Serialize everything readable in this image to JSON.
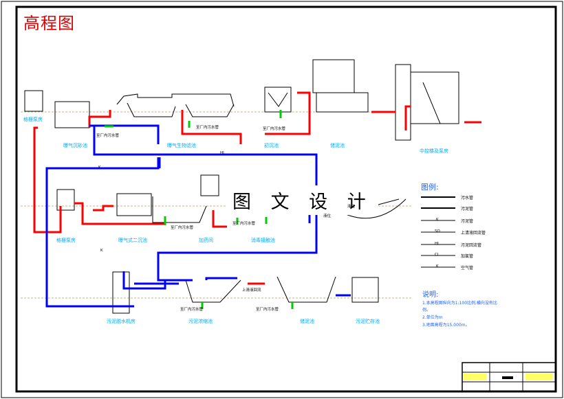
{
  "title": "高程图",
  "watermark": "图 文 设 计",
  "legend": {
    "title": "图例:",
    "items": [
      {
        "label": "污水管",
        "color": "#000000",
        "mark": ""
      },
      {
        "label": "污泥管",
        "color": "#000000",
        "mark": ""
      },
      {
        "label": "污泥管",
        "color": "#000000",
        "mark": "K"
      },
      {
        "label": "上清液回流管",
        "color": "#000000",
        "mark": "SQ"
      },
      {
        "label": "污泥回流管",
        "color": "#000000",
        "mark": "HL"
      },
      {
        "label": "加氯管",
        "color": "#000000",
        "mark": "CL"
      },
      {
        "label": "空气管",
        "color": "#000000",
        "mark": "K"
      }
    ]
  },
  "notes": {
    "title": "说明:",
    "lines": [
      "1.本高程图纵向为1:100比例,横向没有比",
      "例。",
      "2.单位为m",
      "3.地面高程为15.000m。"
    ]
  },
  "units": [
    {
      "name": "格栅泵房"
    },
    {
      "name": "曝气沉砂池"
    },
    {
      "name": "初沉池"
    },
    {
      "name": "曝气生物滤池"
    },
    {
      "name": "曝气式二沉池"
    },
    {
      "name": "加药间"
    },
    {
      "name": "消毒接触池"
    },
    {
      "name": "中控楼及泵房"
    },
    {
      "name": "污泥浓缩池"
    },
    {
      "name": "储泥池"
    },
    {
      "name": "污泥脱水机房"
    },
    {
      "name": "污泥贮存池"
    }
  ],
  "pipe_labels": {
    "sewage_to_plant": "至厂内污水管",
    "supernatant": "上清液回流",
    "hl": "HL",
    "k": "K",
    "water_level": "液位"
  },
  "colors": {
    "sludge_pipe": "#ff0000",
    "return_pipe": "#0000ff",
    "accent": "#00cc00",
    "caption": "#00aaff",
    "title": "#e00000"
  }
}
